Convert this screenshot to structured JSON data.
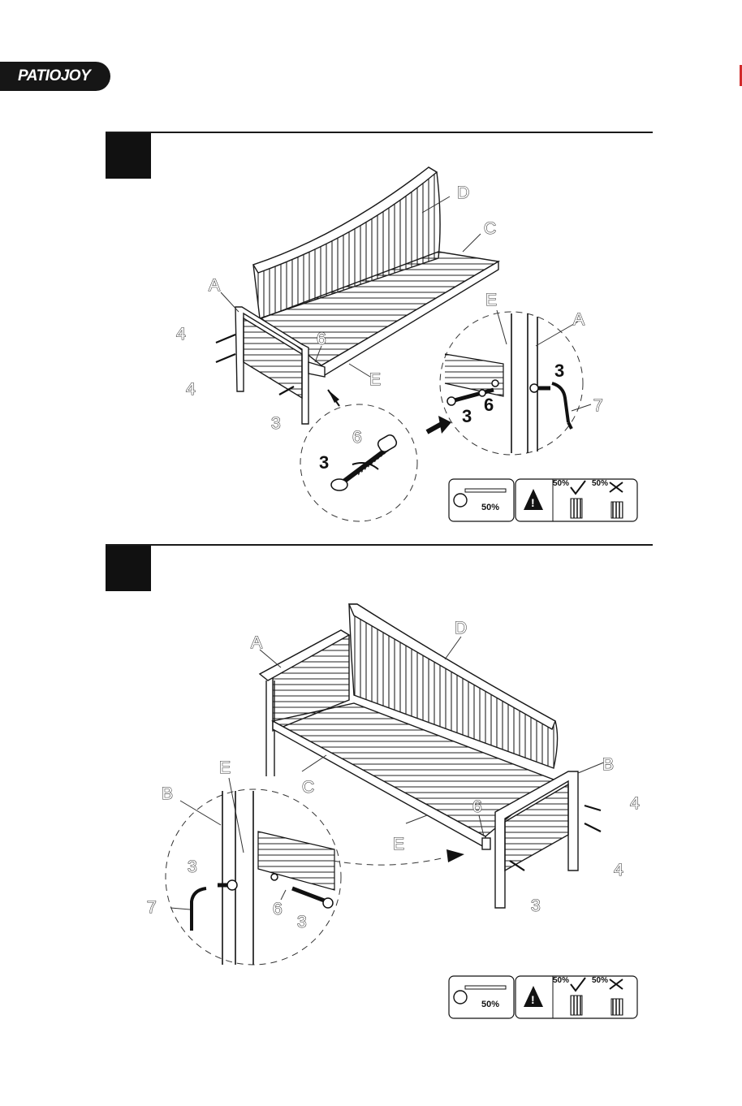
{
  "brand": {
    "name": "PATIOJOY"
  },
  "labels": {
    "d": "D",
    "c": "C",
    "a": "A",
    "b": "B",
    "e": "E",
    "n3": "3",
    "n4": "4",
    "n6": "6",
    "n7": "7"
  },
  "hints": {
    "torque": "50%",
    "ok": "50%",
    "bad": "50%"
  },
  "colors": {
    "ink": "#1a1a1a",
    "brand_bg": "#161616",
    "accent": "#d22b2b"
  }
}
